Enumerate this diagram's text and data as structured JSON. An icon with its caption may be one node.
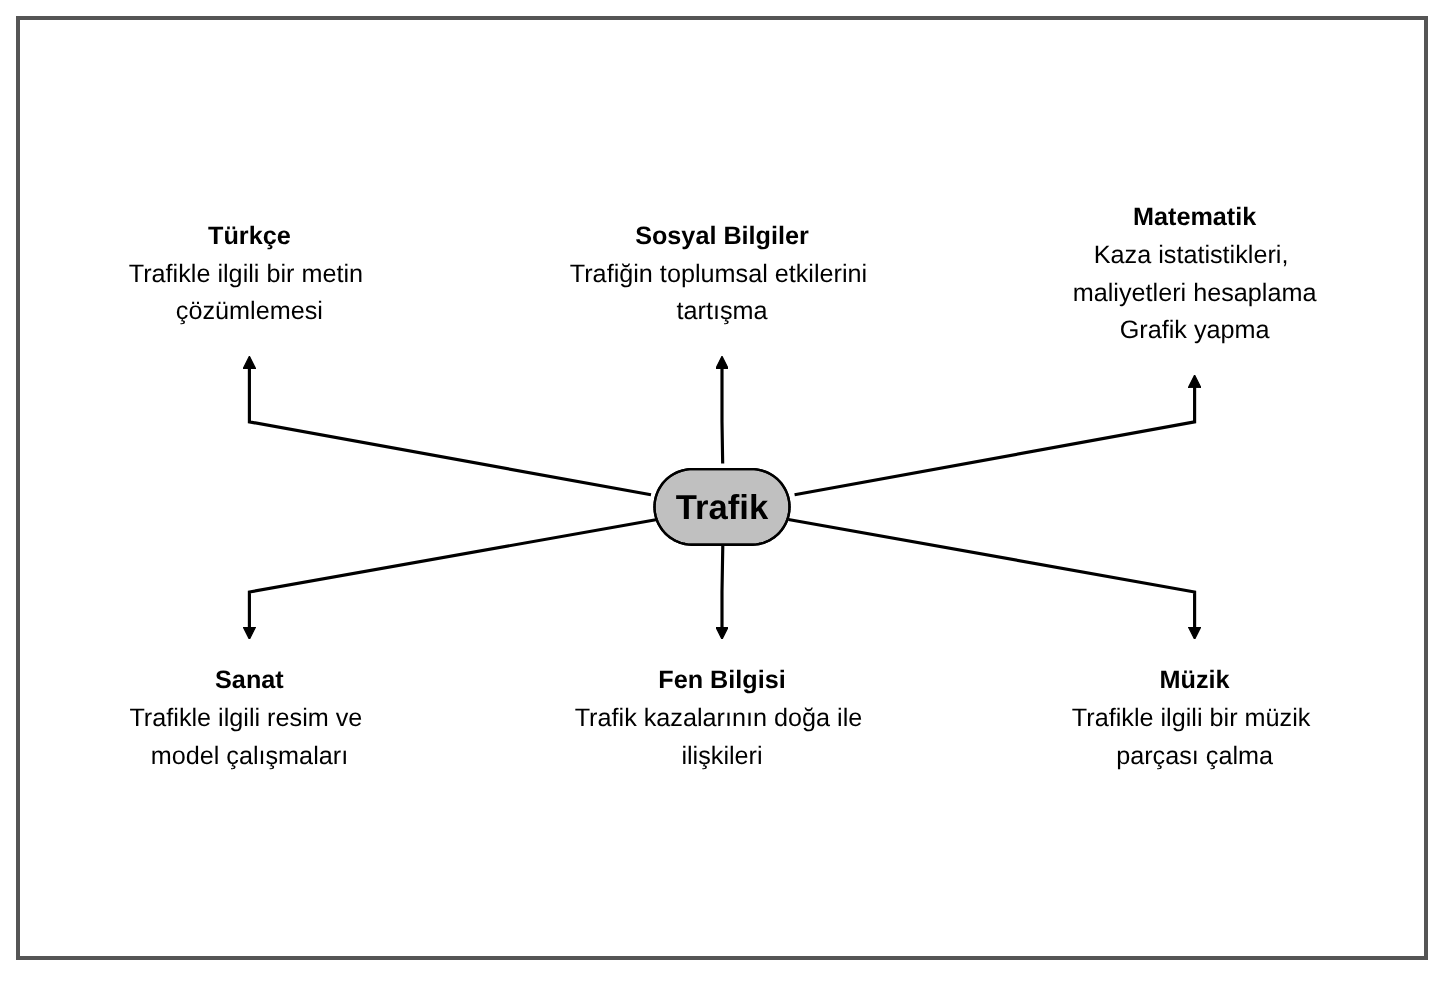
{
  "diagram": {
    "nodes": [
      {
        "text": [
          "Türkçe",
          "Trafikle ilgili bir metin çözümlemesi"
        ]
      },
      {
        "text": [
          "Sosyal Bilgiler",
          "Trafiğin toplumsal etkilerini tartışma"
        ]
      },
      {
        "text": [
          "Matematik",
          "Kaza istatistikleri, maliyetleri hesaplama",
          "Grafik yapma"
        ]
      },
      {
        "text": [
          "Trafik"
        ]
      },
      {
        "text": [
          "Sanat",
          "Trafikle ilgili resim ve model çalışmaları"
        ]
      },
      {
        "text": [
          "Fen Bilgisi",
          "Trafik kazalarının doğa ile ilişkileri"
        ]
      },
      {
        "text": [
          "Müzik",
          "Trafikle ilgili bir müzik parçası çalma"
        ]
      }
    ],
    "edges": [
      {
        "from": 3,
        "to": 0,
        "arrow": "to"
      },
      {
        "from": 3,
        "to": 1,
        "arrow": "to"
      },
      {
        "from": 3,
        "to": 2,
        "arrow": "to"
      },
      {
        "from": 3,
        "to": 4,
        "arrow": "to"
      },
      {
        "from": 3,
        "to": 5,
        "arrow": "to"
      },
      {
        "from": 3,
        "to": 6,
        "arrow": "to"
      }
    ]
  }
}
